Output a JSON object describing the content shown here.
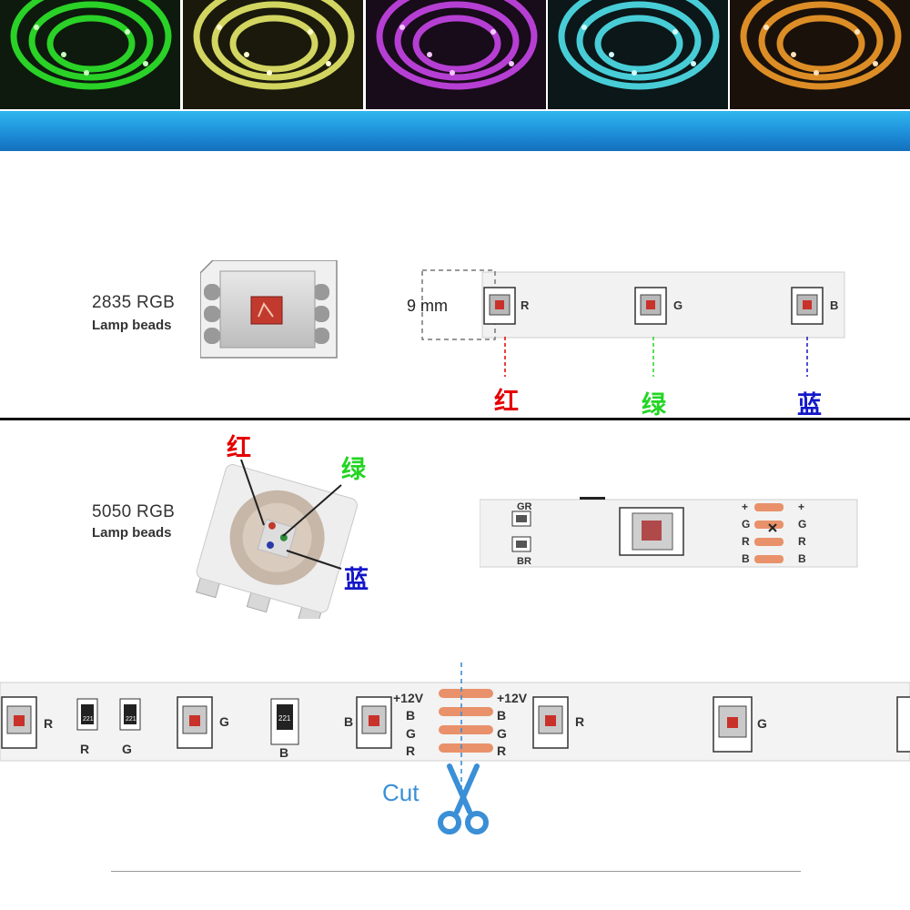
{
  "photo_strip": [
    {
      "name": "green",
      "color": "#2ee52a"
    },
    {
      "name": "yellow",
      "color": "#e6ea6a"
    },
    {
      "name": "purple",
      "color": "#c845e8"
    },
    {
      "name": "cyan",
      "color": "#4fe1ec"
    },
    {
      "name": "orange",
      "color": "#f29b2a"
    }
  ],
  "section_2835": {
    "title": "2835 RGB",
    "subtitle": "Lamp beads",
    "width_label": "9 mm",
    "channel_letters": [
      "R",
      "G",
      "B"
    ],
    "channel_cn": [
      "红",
      "绿",
      "蓝"
    ]
  },
  "section_5050": {
    "title": "5050 RGB",
    "subtitle": "Lamp beads",
    "chip_cn": [
      "红",
      "绿",
      "蓝"
    ],
    "strip_labels_left": [
      "GR",
      "BR"
    ],
    "pad_labels": [
      "+",
      "G",
      "R",
      "B"
    ]
  },
  "bottom_strip": {
    "resistor_code": "221",
    "resistor_labels": [
      "R",
      "G",
      "B"
    ],
    "led_letters": [
      "R",
      "G",
      "B",
      "R",
      "G"
    ],
    "pad_labels": [
      "+12V",
      "B",
      "G",
      "R"
    ],
    "cut_label": "Cut"
  },
  "colors": {
    "red": "#e50000",
    "green": "#22d522",
    "blue": "#1417c8",
    "accent_blue": "#3a8fd6",
    "copper": "#e8916a"
  }
}
